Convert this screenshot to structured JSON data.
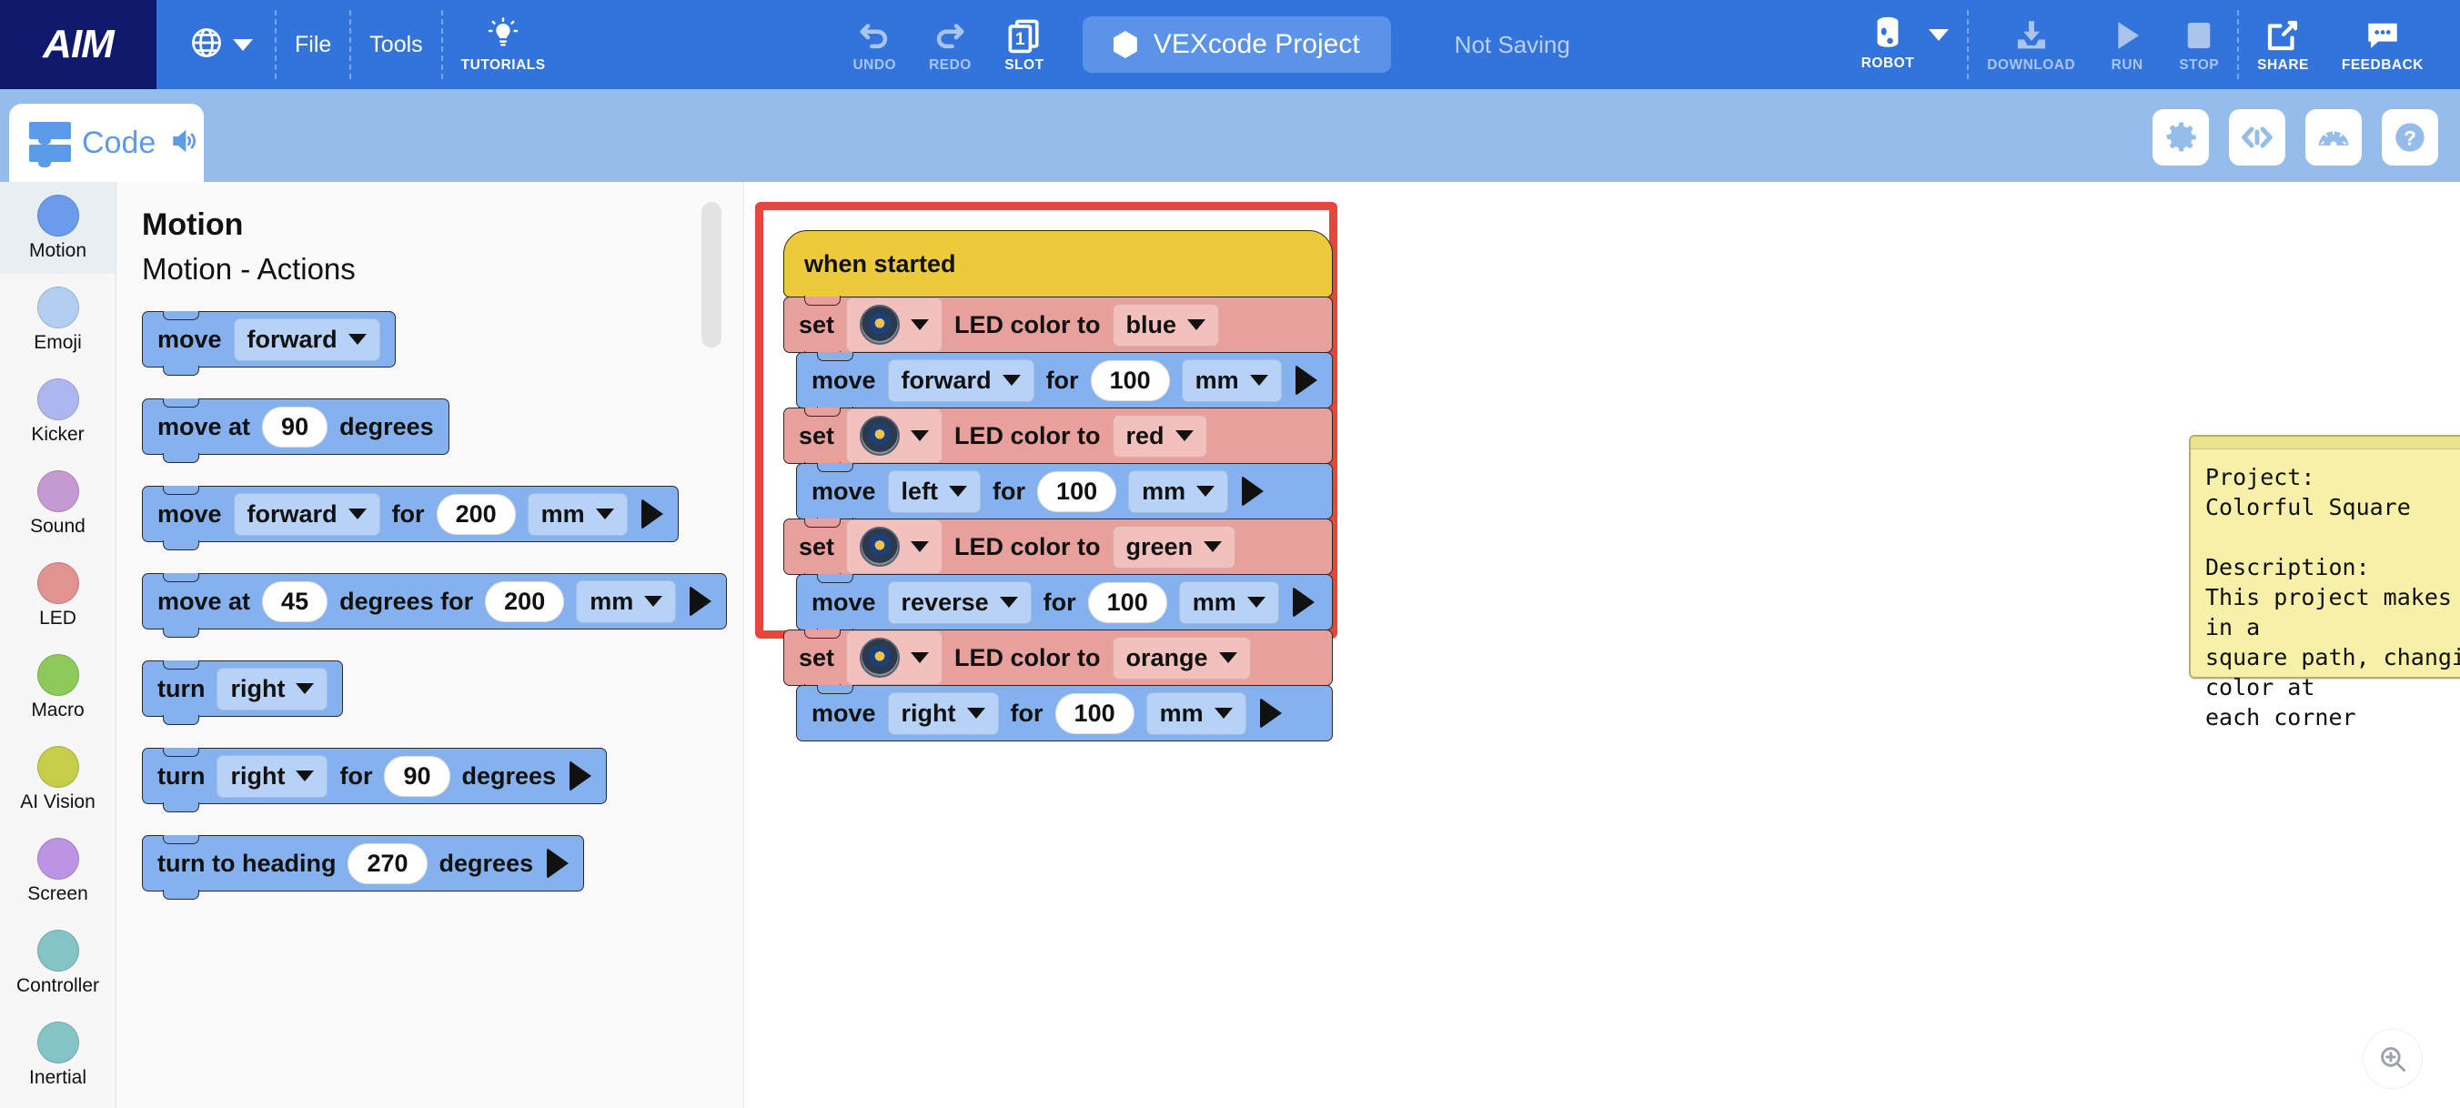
{
  "app": {
    "logo": "AIM",
    "menus": [
      {
        "label": "File",
        "name": "file-menu"
      },
      {
        "label": "Tools",
        "name": "tools-menu"
      }
    ],
    "tutorials_label": "TUTORIALS",
    "undo_label": "UNDO",
    "redo_label": "REDO",
    "slot_label": "SLOT",
    "slot_number": "1",
    "project_name": "VEXcode Project",
    "save_status": "Not Saving",
    "robot_label": "ROBOT",
    "download_label": "DOWNLOAD",
    "run_label": "RUN",
    "stop_label": "STOP",
    "share_label": "SHARE",
    "feedback_label": "FEEDBACK"
  },
  "subbar": {
    "code_tab_label": "Code",
    "icons": [
      {
        "name": "settings-gear-icon"
      },
      {
        "name": "code-view-icon"
      },
      {
        "name": "dashboard-gauge-icon"
      },
      {
        "name": "help-question-icon"
      }
    ]
  },
  "categories": [
    {
      "label": "Motion",
      "color": "#6b9bea",
      "active": true
    },
    {
      "label": "Emoji",
      "color": "#b2cff2",
      "active": false
    },
    {
      "label": "Kicker",
      "color": "#aeb6ef",
      "active": false
    },
    {
      "label": "Sound",
      "color": "#c49ad1",
      "active": false
    },
    {
      "label": "LED",
      "color": "#e19391",
      "active": false
    },
    {
      "label": "Macro",
      "color": "#8ec95a",
      "active": false
    },
    {
      "label": "AI Vision",
      "color": "#c6cd4a",
      "active": false
    },
    {
      "label": "Screen",
      "color": "#bd93e3",
      "active": false
    },
    {
      "label": "Controller",
      "color": "#84c4c6",
      "active": false
    },
    {
      "label": "Inertial",
      "color": "#84c4c6",
      "active": false
    }
  ],
  "palette": {
    "title": "Motion",
    "subtitle": "Motion - Actions",
    "blocks": [
      {
        "id": "p1",
        "kind": "motion",
        "parts": [
          {
            "t": "text",
            "v": "move"
          },
          {
            "t": "drop",
            "v": "forward"
          }
        ]
      },
      {
        "id": "p2",
        "kind": "motion",
        "parts": [
          {
            "t": "text",
            "v": "move at"
          },
          {
            "t": "num",
            "v": "90"
          },
          {
            "t": "text",
            "v": "degrees"
          }
        ]
      },
      {
        "id": "p3",
        "kind": "motion",
        "parts": [
          {
            "t": "text",
            "v": "move"
          },
          {
            "t": "drop",
            "v": "forward"
          },
          {
            "t": "text",
            "v": "for"
          },
          {
            "t": "num",
            "v": "200"
          },
          {
            "t": "drop",
            "v": "mm"
          },
          {
            "t": "play",
            "v": "run-block-arrow"
          }
        ]
      },
      {
        "id": "p4",
        "kind": "motion",
        "parts": [
          {
            "t": "text",
            "v": "move at"
          },
          {
            "t": "num",
            "v": "45"
          },
          {
            "t": "text",
            "v": "degrees for"
          },
          {
            "t": "num",
            "v": "200"
          },
          {
            "t": "drop",
            "v": "mm"
          },
          {
            "t": "play",
            "v": "run-block-arrow"
          }
        ]
      },
      {
        "id": "p5",
        "kind": "motion",
        "parts": [
          {
            "t": "text",
            "v": "turn"
          },
          {
            "t": "drop",
            "v": "right"
          }
        ]
      },
      {
        "id": "p6",
        "kind": "motion",
        "parts": [
          {
            "t": "text",
            "v": "turn"
          },
          {
            "t": "drop",
            "v": "right"
          },
          {
            "t": "text",
            "v": "for"
          },
          {
            "t": "num",
            "v": "90"
          },
          {
            "t": "text",
            "v": "degrees"
          },
          {
            "t": "play",
            "v": "run-block-arrow"
          }
        ]
      },
      {
        "id": "p7",
        "kind": "motion",
        "parts": [
          {
            "t": "text",
            "v": "turn to heading"
          },
          {
            "t": "num",
            "v": "270"
          },
          {
            "t": "text",
            "v": "degrees"
          },
          {
            "t": "play",
            "v": "run-block-arrow"
          }
        ]
      }
    ]
  },
  "script": {
    "highlight_color": "#e8453c",
    "blocks": [
      {
        "id": "s0",
        "kind": "hat",
        "parts": [
          {
            "t": "text",
            "v": "when started"
          }
        ]
      },
      {
        "id": "s1",
        "kind": "led",
        "parts": [
          {
            "t": "text",
            "v": "set"
          },
          {
            "t": "robotdrop",
            "v": "robot-device-icon"
          },
          {
            "t": "text",
            "v": "LED color to"
          },
          {
            "t": "drop",
            "v": "blue"
          }
        ]
      },
      {
        "id": "s2",
        "kind": "motion",
        "parts": [
          {
            "t": "text",
            "v": "move"
          },
          {
            "t": "drop",
            "v": "forward"
          },
          {
            "t": "text",
            "v": "for"
          },
          {
            "t": "num",
            "v": "100"
          },
          {
            "t": "drop",
            "v": "mm"
          },
          {
            "t": "play",
            "v": "run-block-arrow"
          }
        ]
      },
      {
        "id": "s3",
        "kind": "led",
        "parts": [
          {
            "t": "text",
            "v": "set"
          },
          {
            "t": "robotdrop",
            "v": "robot-device-icon"
          },
          {
            "t": "text",
            "v": "LED color to"
          },
          {
            "t": "drop",
            "v": "red"
          }
        ]
      },
      {
        "id": "s4",
        "kind": "motion",
        "parts": [
          {
            "t": "text",
            "v": "move"
          },
          {
            "t": "drop",
            "v": "left"
          },
          {
            "t": "text",
            "v": "for"
          },
          {
            "t": "num",
            "v": "100"
          },
          {
            "t": "drop",
            "v": "mm"
          },
          {
            "t": "play",
            "v": "run-block-arrow"
          }
        ]
      },
      {
        "id": "s5",
        "kind": "led",
        "parts": [
          {
            "t": "text",
            "v": "set"
          },
          {
            "t": "robotdrop",
            "v": "robot-device-icon"
          },
          {
            "t": "text",
            "v": "LED color to"
          },
          {
            "t": "drop",
            "v": "green"
          }
        ]
      },
      {
        "id": "s6",
        "kind": "motion",
        "parts": [
          {
            "t": "text",
            "v": "move"
          },
          {
            "t": "drop",
            "v": "reverse"
          },
          {
            "t": "text",
            "v": "for"
          },
          {
            "t": "num",
            "v": "100"
          },
          {
            "t": "drop",
            "v": "mm"
          },
          {
            "t": "play",
            "v": "run-block-arrow"
          }
        ]
      },
      {
        "id": "s7",
        "kind": "led",
        "parts": [
          {
            "t": "text",
            "v": "set"
          },
          {
            "t": "robotdrop",
            "v": "robot-device-icon"
          },
          {
            "t": "text",
            "v": "LED color to"
          },
          {
            "t": "drop",
            "v": "orange"
          }
        ]
      },
      {
        "id": "s8",
        "kind": "motion",
        "last": true,
        "parts": [
          {
            "t": "text",
            "v": "move"
          },
          {
            "t": "drop",
            "v": "right"
          },
          {
            "t": "text",
            "v": "for"
          },
          {
            "t": "num",
            "v": "100"
          },
          {
            "t": "drop",
            "v": "mm"
          },
          {
            "t": "play",
            "v": "run-block-arrow"
          }
        ]
      }
    ]
  },
  "comment": {
    "text": "Project:\nColorful Square\n\nDescription:\nThis project makes the robot move in a\nsquare path, changing the LED color at\neach corner"
  },
  "zoom_control": {
    "name": "zoom-in-icon"
  }
}
